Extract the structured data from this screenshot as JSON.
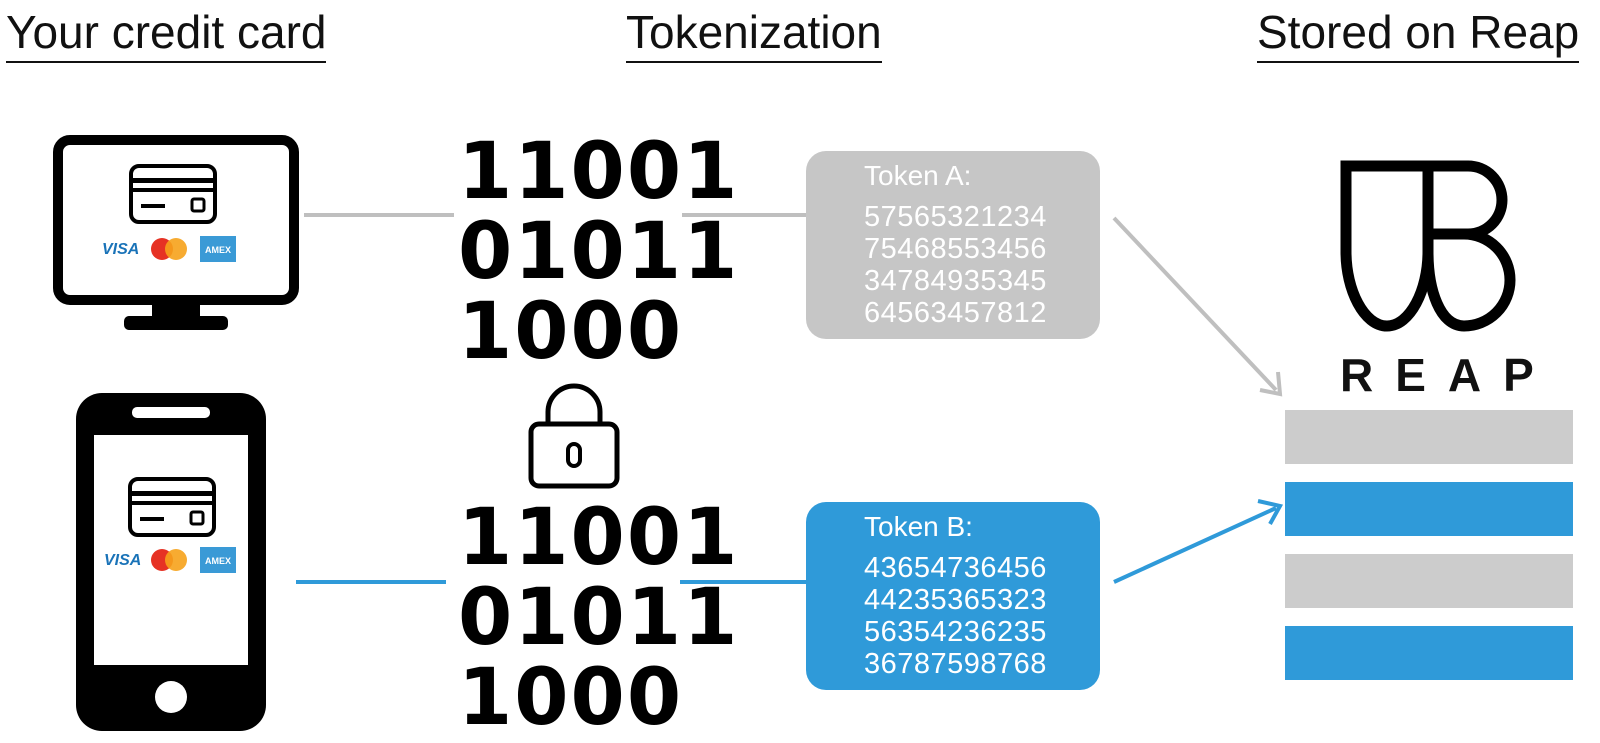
{
  "headings": {
    "credit_card": "Your credit card",
    "tokenization": "Tokenization",
    "stored": "Stored on Reap"
  },
  "cards": {
    "visa": "VISA",
    "amex": "AMEX"
  },
  "binary": [
    "11001",
    "01011",
    "1000"
  ],
  "token_a": {
    "title": "Token A:",
    "numbers": [
      "57565321234",
      "75468553456",
      "34784935345",
      "64563457812"
    ]
  },
  "token_b": {
    "title": "Token B:",
    "numbers": [
      "43654736456",
      "44235365323",
      "56354236235",
      "36787598768"
    ]
  },
  "reap": {
    "word": "REAP"
  },
  "colors": {
    "gray": "#c6c6c6",
    "blue": "#2f9ad9",
    "black": "#000000"
  },
  "icons": [
    "monitor-icon",
    "smartphone-icon",
    "credit-card-icon",
    "mastercard-icon",
    "padlock-icon",
    "reap-logo-icon"
  ]
}
